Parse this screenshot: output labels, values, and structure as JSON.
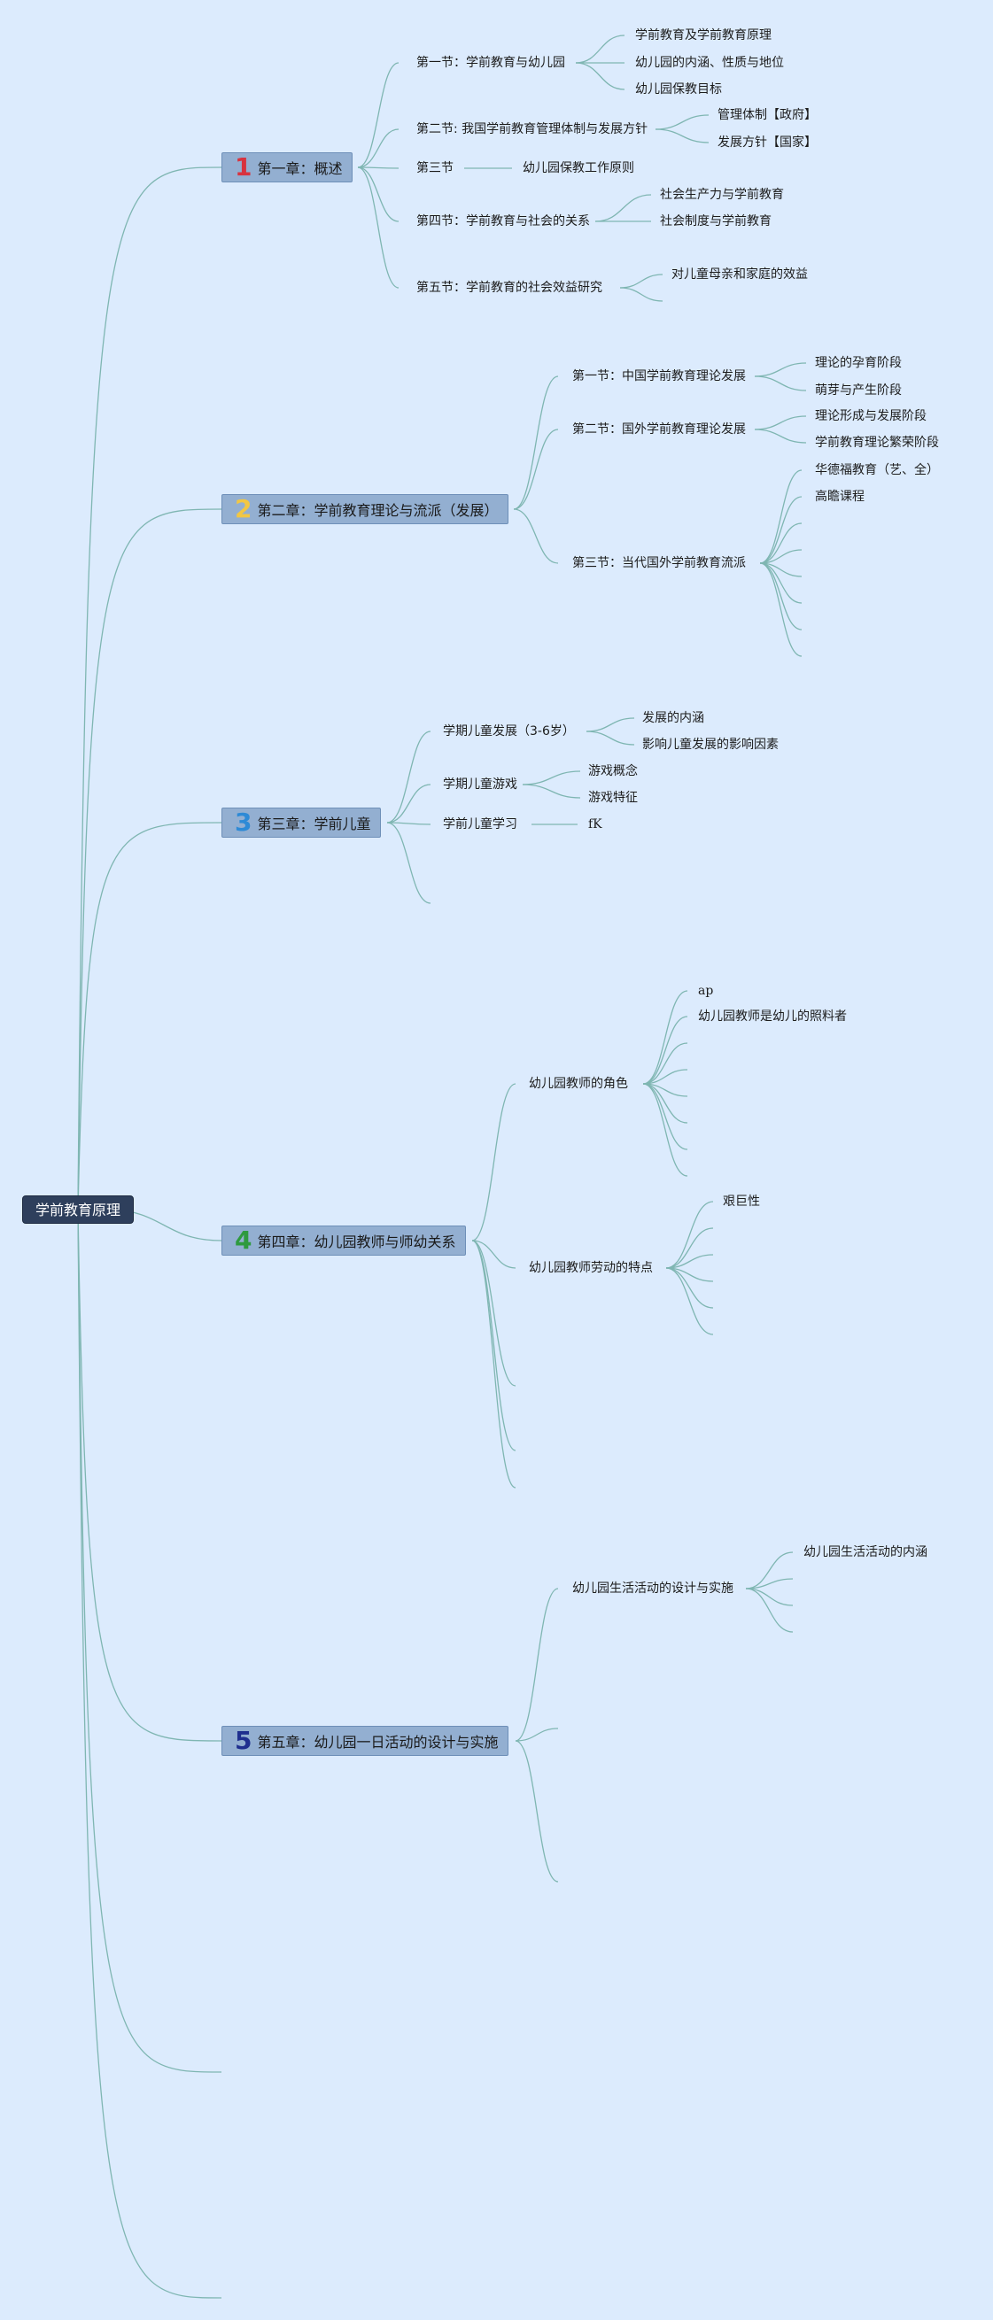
{
  "root": "学前教育原理",
  "colors": {
    "background": "#dcebfd",
    "root_fill": "#2e3f5c",
    "chapter_fill": "#93afd1",
    "line": "#7fb6b2"
  },
  "chapters": [
    {
      "num": "1",
      "num_color": "#d8333f",
      "label": "第一章：概述",
      "sections": [
        {
          "label": "第一节：学前教育与幼儿园",
          "leaves": [
            "学前教育及学前教育原理",
            "幼儿园的内涵、性质与地位",
            "幼儿园保教目标"
          ]
        },
        {
          "label": "第二节: 我国学前教育管理体制与发展方针",
          "leaves": [
            "管理体制【政府】",
            "发展方针【国家】"
          ]
        },
        {
          "label": "第三节",
          "leaves": [
            "幼儿园保教工作原则"
          ]
        },
        {
          "label": "第四节：学前教育与社会的关系",
          "leaves": [
            "社会生产力与学前教育",
            "社会制度与学前教育"
          ]
        },
        {
          "label": "第五节：学前教育的社会效益研究",
          "leaves": [
            "对儿童母亲和家庭的效益"
          ]
        }
      ]
    },
    {
      "num": "2",
      "num_color": "#f2c744",
      "label": "第二章：学前教育理论与流派（发展）",
      "sections": [
        {
          "label": "第一节：中国学前教育理论发展",
          "leaves": [
            "理论的孕育阶段",
            "萌芽与产生阶段"
          ]
        },
        {
          "label": "第二节：国外学前教育理论发展",
          "leaves": [
            "理论形成与发展阶段",
            "学前教育理论繁荣阶段"
          ]
        },
        {
          "label": "第三节：当代国外学前教育流派",
          "leaves": [
            "华德福教育（艺、全）",
            "高瞻课程"
          ]
        }
      ]
    },
    {
      "num": "3",
      "num_color": "#2e8ad6",
      "label": "第三章：学前儿童",
      "sections": [
        {
          "label": "学期儿童发展（3-6岁）",
          "leaves": [
            "发展的内涵",
            "影响儿童发展的影响因素"
          ]
        },
        {
          "label": "学期儿童游戏",
          "leaves": [
            "游戏概念",
            "游戏特征"
          ]
        },
        {
          "label": "学前儿童学习",
          "leaves": [
            "fK"
          ]
        }
      ]
    },
    {
      "num": "4",
      "num_color": "#2e9a3e",
      "label": "第四章：幼儿园教师与师幼关系",
      "sections": [
        {
          "label": "幼儿园教师的角色",
          "leaves": [
            "ap",
            "幼儿园教师是幼儿的照料者"
          ]
        },
        {
          "label": "幼儿园教师劳动的特点",
          "leaves": [
            "艰巨性"
          ]
        }
      ]
    },
    {
      "num": "5",
      "num_color": "#1f2f8f",
      "label": "第五章：幼儿园一日活动的设计与实施",
      "sections": [
        {
          "label": "幼儿园生活活动的设计与实施",
          "leaves": [
            "幼儿园生活活动的内涵"
          ]
        }
      ]
    }
  ]
}
